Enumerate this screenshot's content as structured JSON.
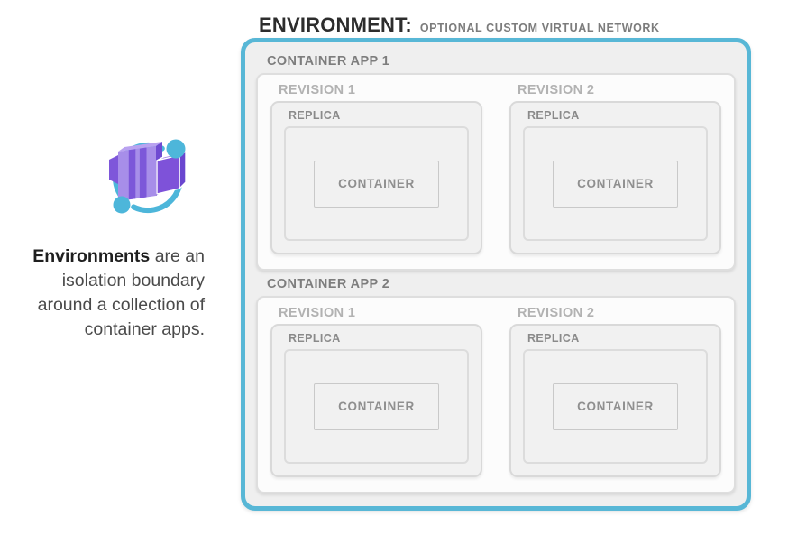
{
  "header": {
    "title": "ENVIRONMENT:",
    "subtitle": "OPTIONAL CUSTOM VIRTUAL NETWORK"
  },
  "sidebar": {
    "icon": "azure-container-apps-icon",
    "description_bold": "Environments",
    "description_rest": " are an isolation boundary around a collection of container apps."
  },
  "environment": {
    "apps": [
      {
        "label": "CONTAINER APP 1",
        "revisions": [
          {
            "label": "REVISION 1",
            "replica_label": "REPLICA",
            "container_label": "CONTAINER"
          },
          {
            "label": "REVISION 2",
            "replica_label": "REPLICA",
            "container_label": "CONTAINER"
          }
        ]
      },
      {
        "label": "CONTAINER APP 2",
        "revisions": [
          {
            "label": "REVISION 1",
            "replica_label": "REPLICA",
            "container_label": "CONTAINER"
          },
          {
            "label": "REVISION 2",
            "replica_label": "REPLICA",
            "container_label": "CONTAINER"
          }
        ]
      }
    ]
  },
  "colors": {
    "accent_blue": "#58b7d6",
    "env_fill": "#efefef",
    "app_fill": "#fcfcfc",
    "box_fill": "#f1f1f1",
    "box_border": "#d9d9d9",
    "container_border": "#c9c9c9",
    "icon_blue": "#4db6da",
    "icon_purple": "#7e52d9",
    "title_color": "#2d2d2d",
    "subtitle_color": "#7c7c7c"
  }
}
